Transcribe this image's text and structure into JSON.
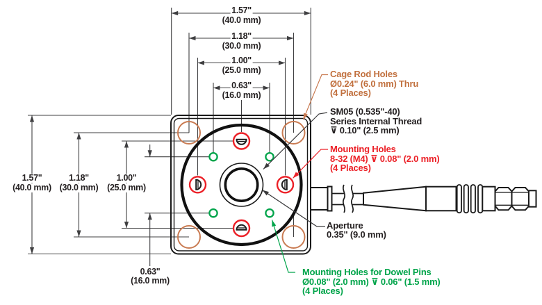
{
  "dimensions": {
    "top": [
      {
        "inch": "1.57\"",
        "mm": "(40.0 mm)"
      },
      {
        "inch": "1.18\"",
        "mm": "(30.0 mm)"
      },
      {
        "inch": "1.00\"",
        "mm": "(25.0 mm)"
      },
      {
        "inch": "0.63\"",
        "mm": "(16.0 mm)"
      }
    ],
    "left": [
      {
        "inch": "1.57\"",
        "mm": "(40.0 mm)"
      },
      {
        "inch": "1.18\"",
        "mm": "(30.0 mm)"
      },
      {
        "inch": "1.00\"",
        "mm": "(25.0 mm)"
      }
    ],
    "bottom": {
      "inch": "0.63\"",
      "mm": "(16.0 mm)"
    }
  },
  "callouts": {
    "cage_rod_holes": {
      "line1": "Cage Rod Holes",
      "line2": "Ø0.24\" (6.0 mm) Thru",
      "line3": "(4 Places)",
      "color": "#C1703E"
    },
    "sm05_thread": {
      "line1": "SM05 (0.535\"-40)",
      "line2": "Series Internal Thread",
      "line3": "⊽ 0.10\" (2.5 mm)",
      "color": "#231F20"
    },
    "mounting_holes": {
      "line1": "Mounting Holes",
      "line2": "8-32 (M4) ⊽ 0.08\" (2.0 mm)",
      "line3": "(4 Places)",
      "color": "#EC2027"
    },
    "aperture": {
      "line1": "Aperture",
      "line2": "0.35\" (9.0 mm)",
      "color": "#231F20"
    },
    "dowel_pin_holes": {
      "line1": "Mounting Holes for Dowel Pins",
      "line2": "Ø0.08\" (2.0 mm) ⊽ 0.06\" (1.5 mm)",
      "line3": "(4 Places)",
      "color": "#00A44A"
    }
  },
  "colors": {
    "cage_orange": "#C97B52",
    "mounting_red": "#EC2027",
    "dowel_green": "#00A44A",
    "line_gray": "#3F3F41",
    "ink": "#231F20"
  }
}
